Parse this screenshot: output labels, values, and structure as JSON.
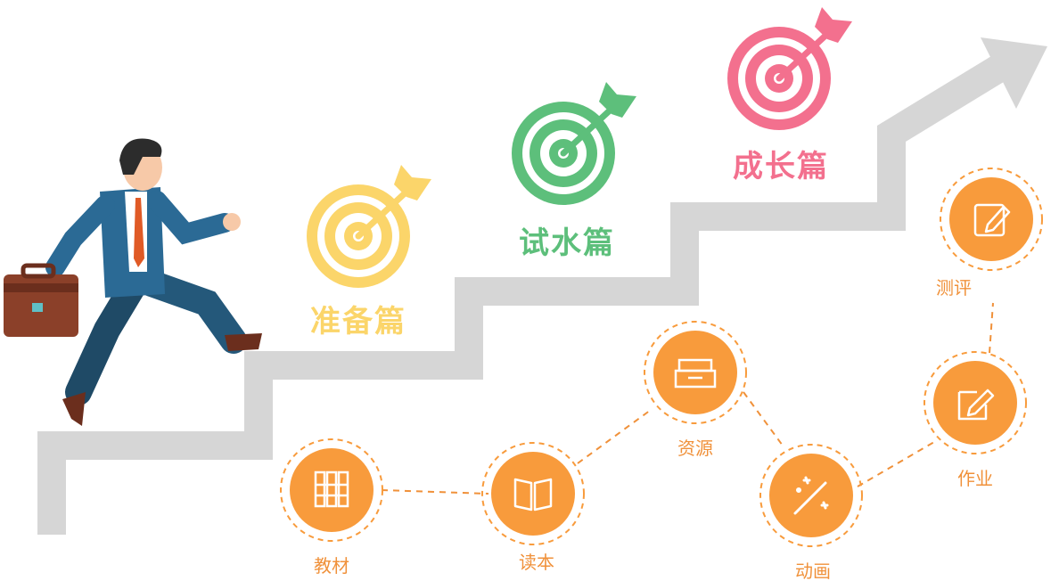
{
  "colors": {
    "staircase": "#d6d6d6",
    "accent_orange": "#f89b3c",
    "stage_yellow": "#fbd56a",
    "stage_green": "#5dbf7b",
    "stage_pink": "#f3708e"
  },
  "stages": [
    {
      "label": "准备篇",
      "color": "#fbd56a",
      "icon": "target-arrow-icon"
    },
    {
      "label": "试水篇",
      "color": "#5dbf7b",
      "icon": "target-arrow-icon"
    },
    {
      "label": "成长篇",
      "color": "#f3708e",
      "icon": "target-arrow-icon"
    }
  ],
  "nodes": [
    {
      "label": "教材",
      "icon": "bookshelf-icon"
    },
    {
      "label": "读本",
      "icon": "open-book-icon"
    },
    {
      "label": "资源",
      "icon": "inbox-tray-icon"
    },
    {
      "label": "动画",
      "icon": "magic-wand-icon"
    },
    {
      "label": "作业",
      "icon": "pencil-edit-icon"
    },
    {
      "label": "测评",
      "icon": "note-edit-icon"
    }
  ]
}
